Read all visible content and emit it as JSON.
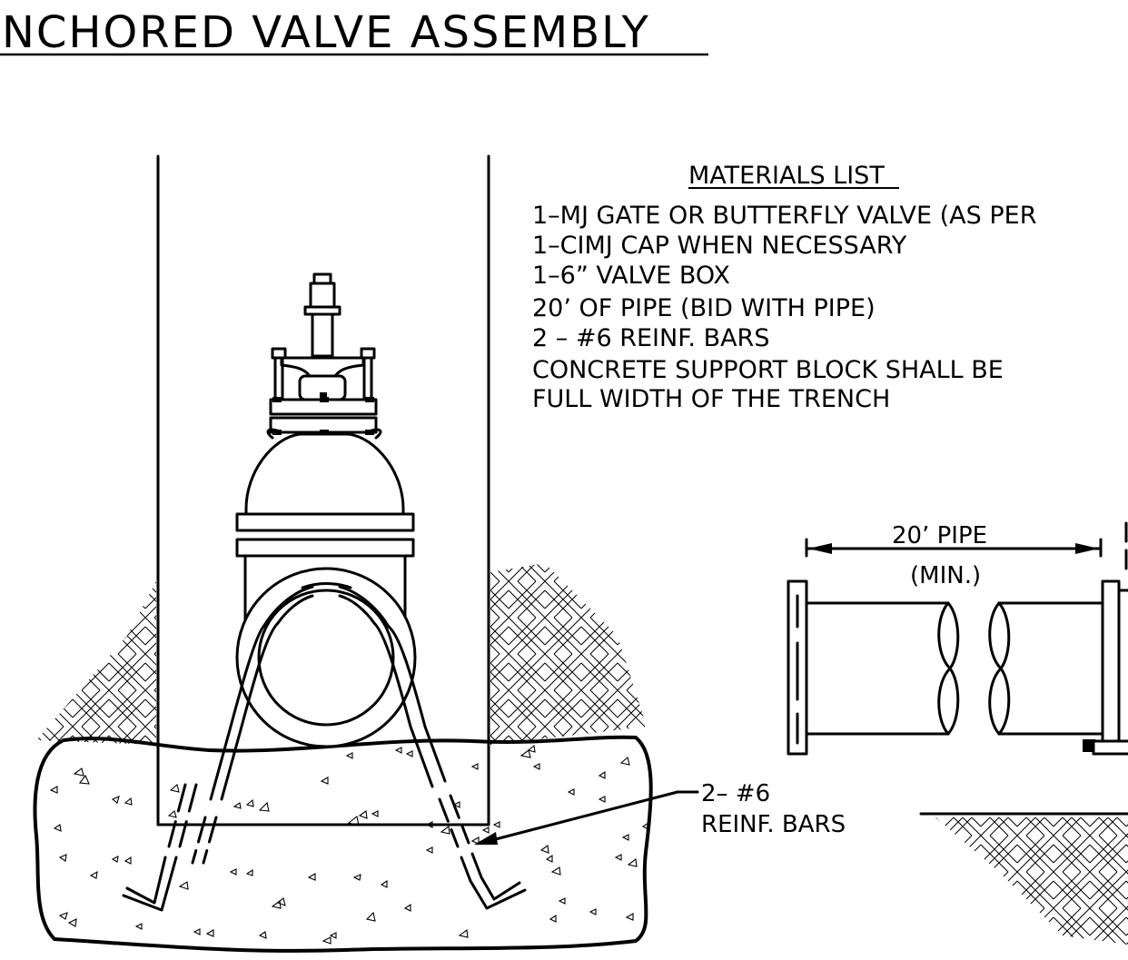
{
  "title": "NCHORED VALVE ASSEMBLY",
  "materials_list": {
    "heading": "MATERIALS LIST",
    "items": [
      "1–MJ GATE OR BUTTERFLY VALVE (AS PER",
      "1–CIMJ CAP WHEN NECESSARY",
      "1–6” VALVE BOX",
      "20’ OF PIPE (BID WITH PIPE)",
      "2 – #6 REINF. BARS",
      "CONCRETE SUPPORT BLOCK SHALL BE",
      "FULL WIDTH OF THE TRENCH"
    ]
  },
  "dimension": {
    "label_line1": "20’ PIPE",
    "label_line2": "(MIN.)"
  },
  "callout": {
    "line1": "2– #6",
    "line2": "REINF. BARS"
  },
  "colors": {
    "line": "#000000",
    "background": "#ffffff"
  }
}
